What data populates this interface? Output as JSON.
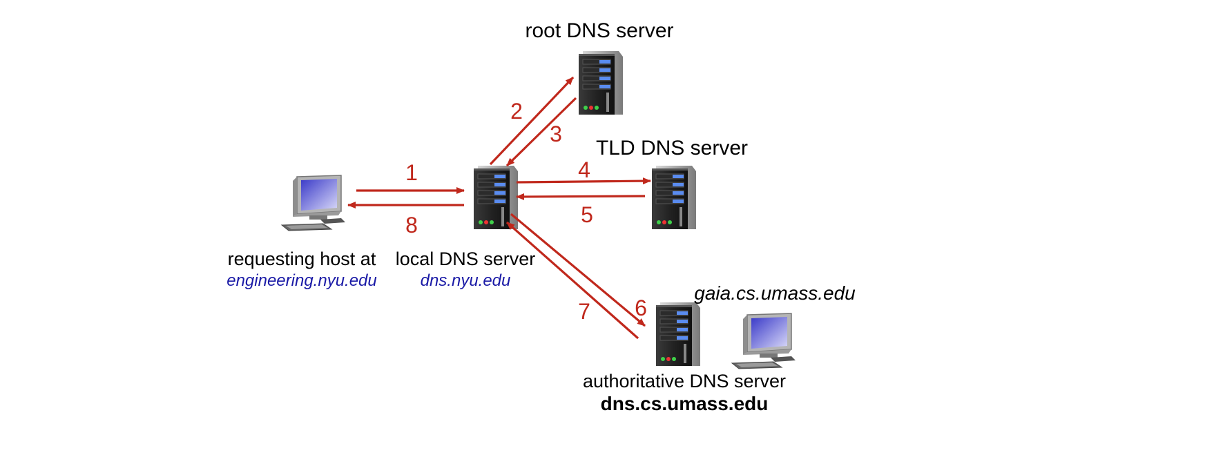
{
  "nodes": {
    "requesting_host": {
      "label": "requesting host at",
      "sublabel": "engineering.nyu.edu"
    },
    "local_dns": {
      "label": "local DNS server",
      "sublabel": "dns.nyu.edu"
    },
    "root_dns": {
      "label": "root DNS server"
    },
    "tld_dns": {
      "label": "TLD DNS server"
    },
    "authoritative_dns": {
      "label": "authoritative DNS server",
      "sublabel": "dns.cs.umass.edu"
    },
    "gaia_host": {
      "label": "gaia.cs.umass.edu"
    }
  },
  "steps": [
    "1",
    "2",
    "3",
    "4",
    "5",
    "6",
    "7",
    "8"
  ],
  "colors": {
    "arrow": "#c0281c",
    "hostname_blue": "#1a1aa6"
  },
  "icons": [
    "desktop-computer-icon",
    "server-tower-icon"
  ]
}
